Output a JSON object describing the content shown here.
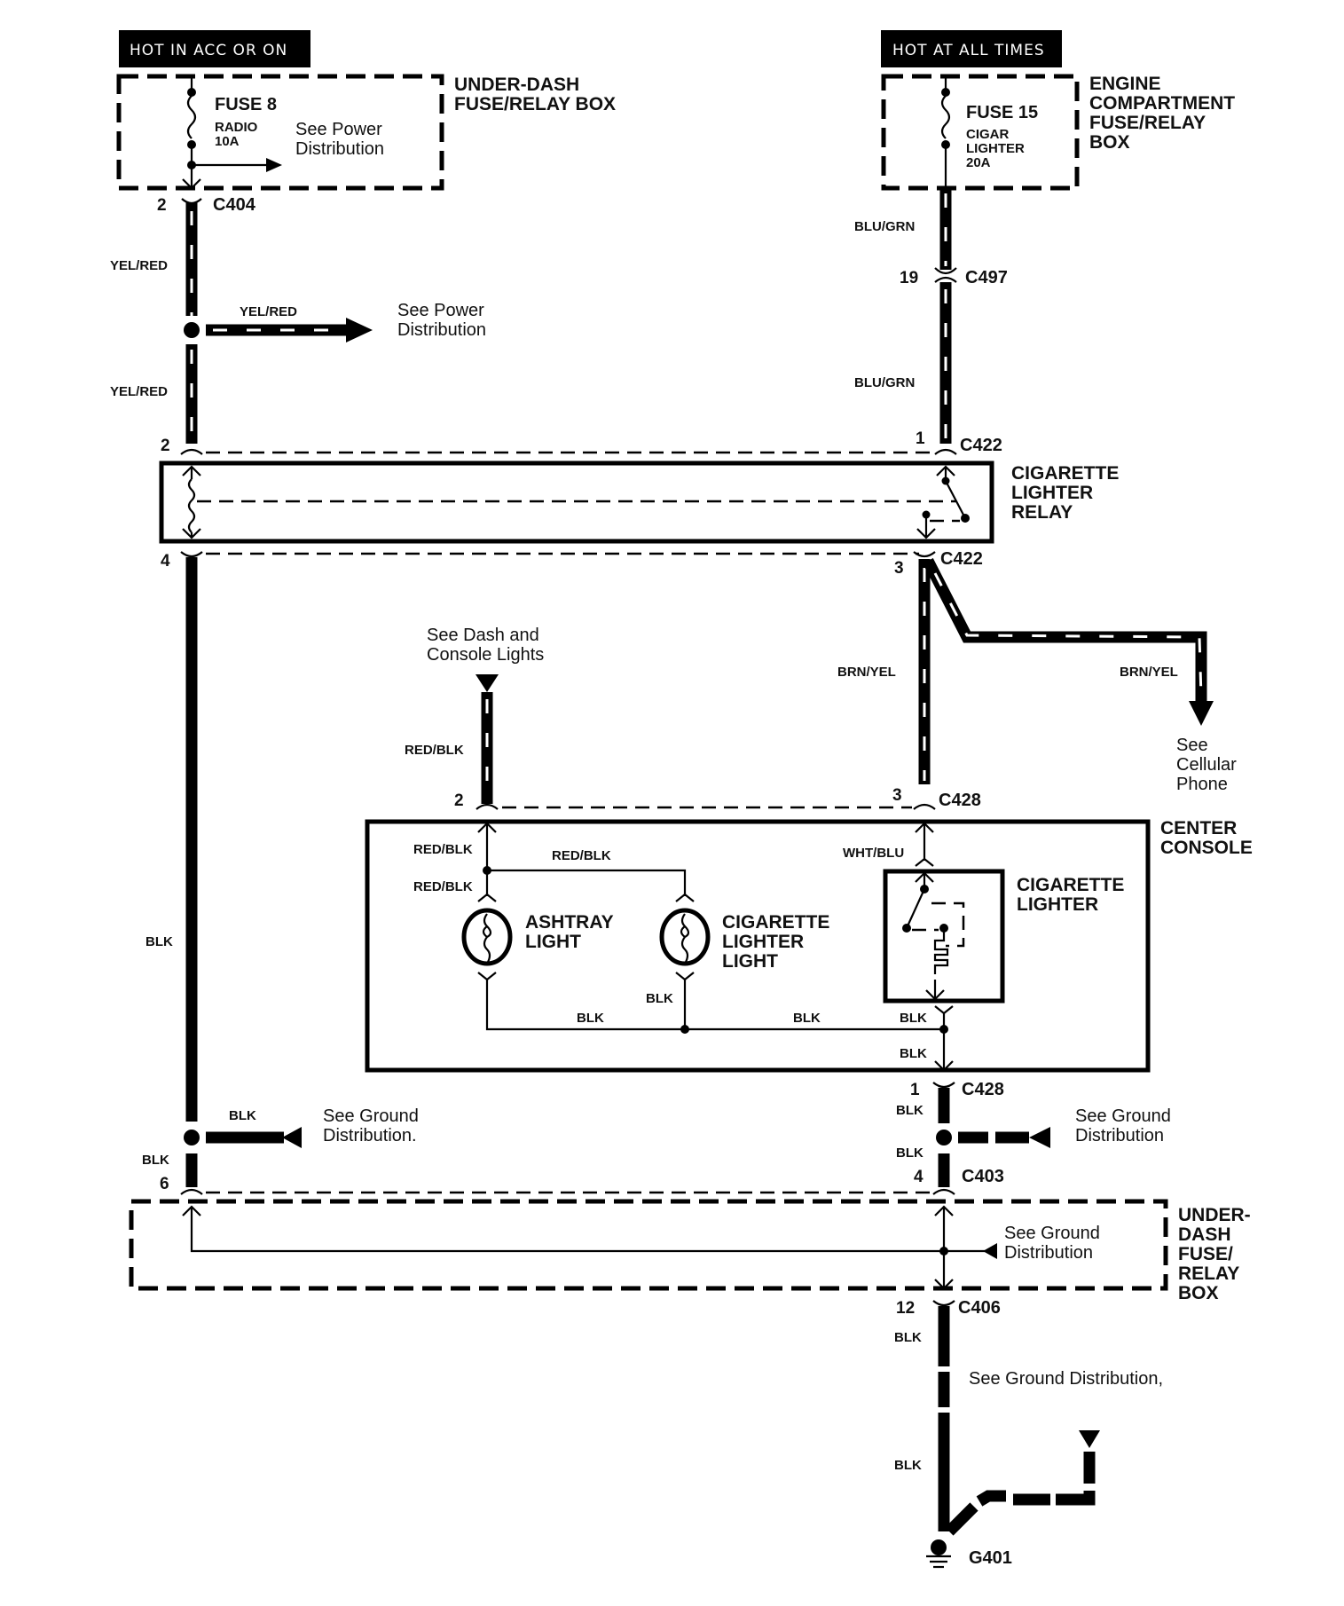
{
  "title": "Cigarette Lighter Circuit Wiring Diagram",
  "power_sources": {
    "left_header": "HOT IN ACC OR ON",
    "right_header": "HOT AT ALL TIMES"
  },
  "under_dash_box_top": {
    "label_line1": "UNDER-DASH",
    "label_line2": "FUSE/RELAY BOX",
    "fuse_name": "FUSE 8",
    "fuse_circuit": "RADIO",
    "fuse_rating": "10A",
    "note_line1": "See Power",
    "note_line2": "Distribution"
  },
  "engine_box": {
    "label_line1": "ENGINE",
    "label_line2": "COMPARTMENT",
    "label_line3": "FUSE/RELAY",
    "label_line4": "BOX",
    "fuse_name": "FUSE 15",
    "fuse_circuit_line1": "CIGAR",
    "fuse_circuit_line2": "LIGHTER",
    "fuse_rating": "20A"
  },
  "connectors": {
    "c404": {
      "name": "C404",
      "pin": "2"
    },
    "c497": {
      "name": "C497",
      "pin": "19"
    },
    "c422_top_left_pin": "2",
    "c422_top_right_pin": "1",
    "c422_top": "C422",
    "c422_bottom_left_pin": "4",
    "c422_bottom_right_pin": "3",
    "c422_bottom": "C422",
    "c428_top_left_pin": "2",
    "c428_top_right_pin": "3",
    "c428_top": "C428",
    "c428_bottom_pin": "1",
    "c428_bottom": "C428",
    "c403": {
      "name": "C403",
      "pin": "4"
    },
    "c403_left_pin": "6",
    "c406": {
      "name": "C406",
      "pin": "12"
    },
    "ground": "G401"
  },
  "wires": {
    "yel_red_1": "YEL/RED",
    "yel_red_branch": "YEL/RED",
    "yel_red_2": "YEL/RED",
    "blu_grn_1": "BLU/GRN",
    "blu_grn_2": "BLU/GRN",
    "brn_yel_1": "BRN/YEL",
    "brn_yel_2": "BRN/YEL",
    "red_blk_1": "RED/BLK",
    "red_blk_2": "RED/BLK",
    "red_blk_3": "RED/BLK",
    "red_blk_4": "RED/BLK",
    "wht_blu": "WHT/BLU",
    "blk_left_long": "BLK",
    "blk_left_branch": "BLK",
    "blk_left_low": "BLK",
    "blk_console_1": "BLK",
    "blk_console_2": "BLK",
    "blk_console_3": "BLK",
    "blk_console_4": "BLK",
    "blk_console_5": "BLK",
    "blk_right_1": "BLK",
    "blk_right_2": "BLK",
    "blk_ground_1": "BLK",
    "blk_ground_2": "BLK"
  },
  "relay": {
    "label_line1": "CIGARETTE",
    "label_line2": "LIGHTER",
    "label_line3": "RELAY"
  },
  "notes": {
    "power_dist_line1": "See Power",
    "power_dist_line2": "Distribution",
    "dash_console_line1": "See Dash and",
    "dash_console_line2": "Console Lights",
    "cell_line1": "See",
    "cell_line2": "Cellular",
    "cell_line3": "Phone",
    "ground_left_line1": "See Ground",
    "ground_left_line2": "Distribution.",
    "ground_right_line1": "See Ground",
    "ground_right_line2": "Distribution",
    "ground_box_line1": "See Ground",
    "ground_box_line2": "Distribution",
    "ground_bottom": "See Ground Distribution,"
  },
  "center_console": {
    "label_line1": "CENTER",
    "label_line2": "CONSOLE",
    "ashtray_line1": "ASHTRAY",
    "ashtray_line2": "LIGHT",
    "cl_light_line1": "CIGARETTE",
    "cl_light_line2": "LIGHTER",
    "cl_light_line3": "LIGHT",
    "lighter_line1": "CIGARETTE",
    "lighter_line2": "LIGHTER"
  },
  "under_dash_box_bottom": {
    "label_line1": "UNDER-",
    "label_line2": "DASH",
    "label_line3": "FUSE/",
    "label_line4": "RELAY",
    "label_line5": "BOX"
  }
}
